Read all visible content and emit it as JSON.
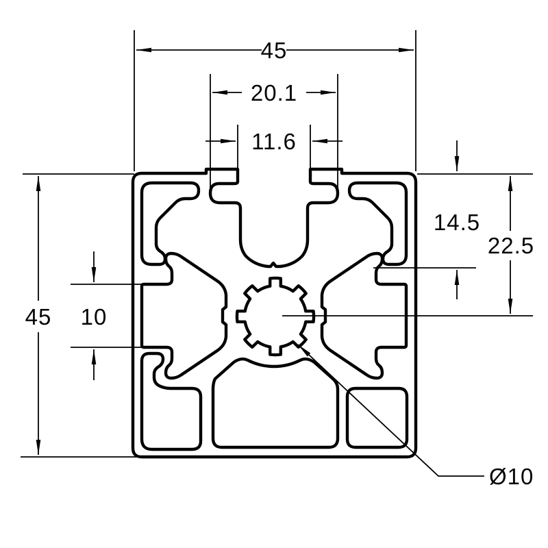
{
  "drawing": {
    "dimensions": {
      "overall_width": "45",
      "slot_inner_width": "20.1",
      "slot_opening": "11.6",
      "slot_depth": "14.5",
      "center_from_top": "22.5",
      "overall_height": "45",
      "side_pocket": "10",
      "center_bore": "Ø10"
    },
    "colors": {
      "line": "#000000",
      "background": "#ffffff"
    }
  }
}
